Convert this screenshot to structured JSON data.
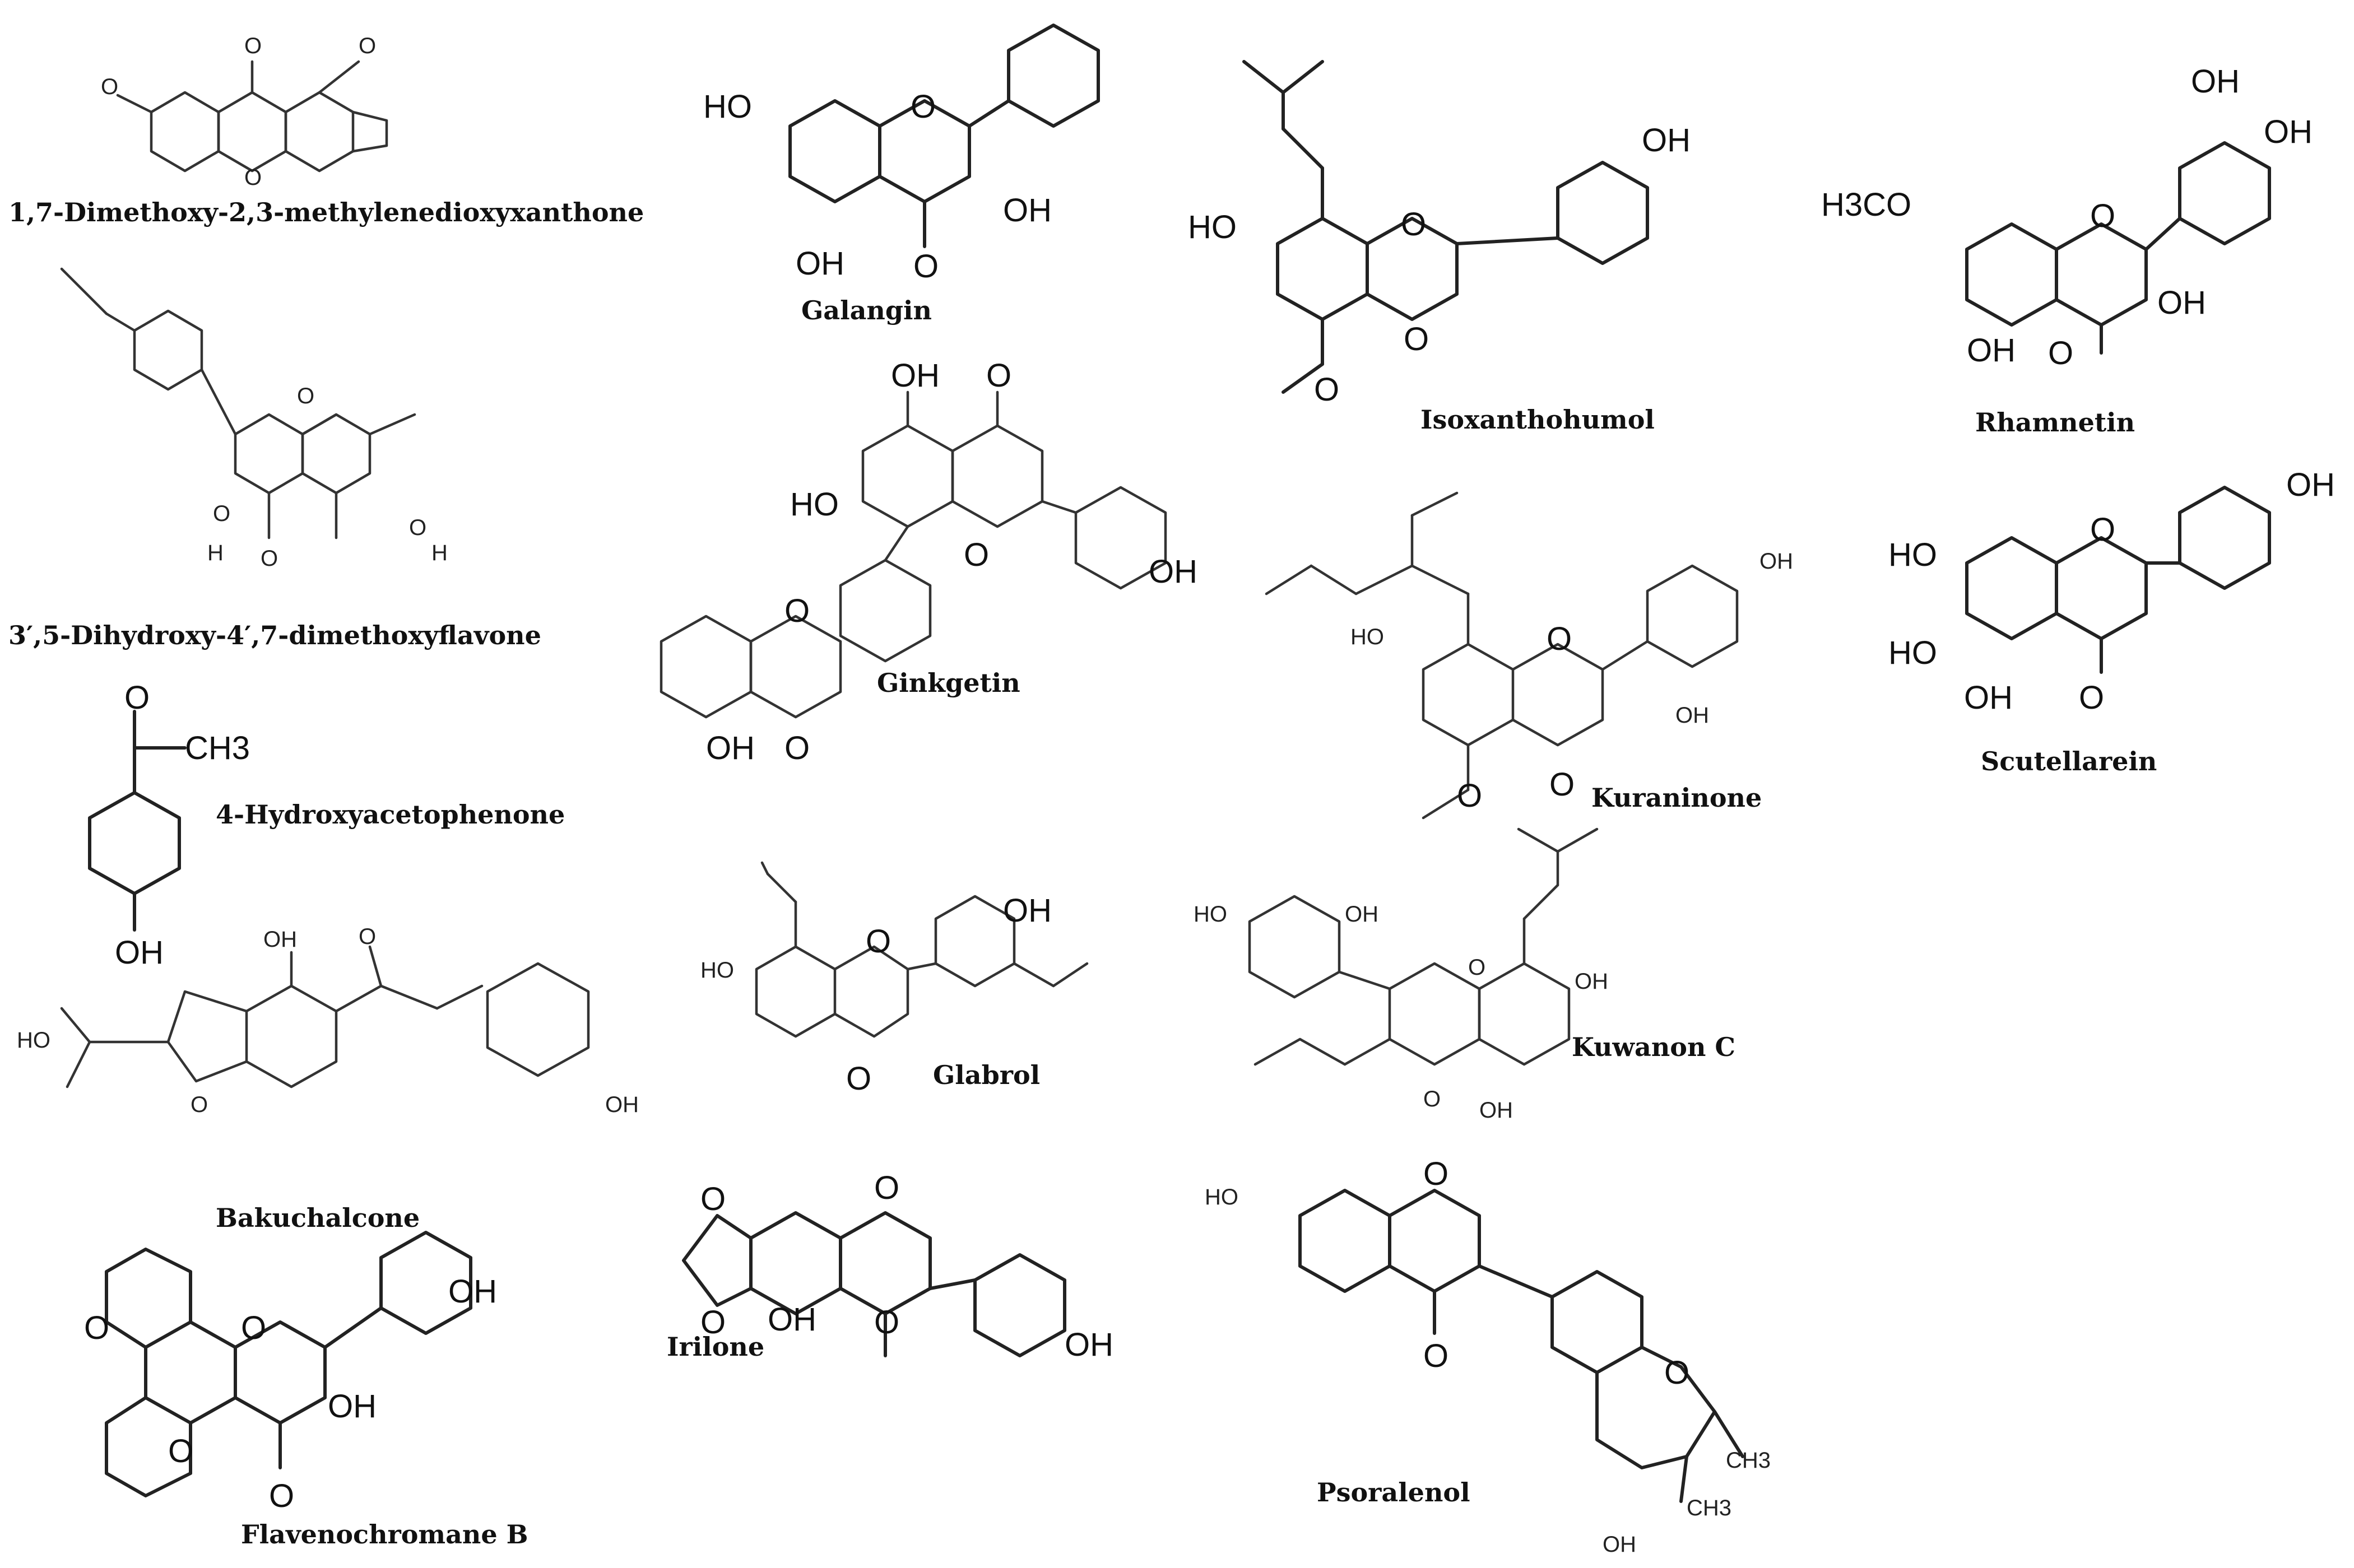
{
  "figure": {
    "compounds": [
      {
        "id": "dimethoxy_xanthone",
        "name": "1,7-Dimethoxy-2,3-methylenedioxyxanthone"
      },
      {
        "id": "dihydroxy_flavone",
        "name": "3′,5-Dihydroxy-4′,7-dimethoxyflavone"
      },
      {
        "id": "hydroxyacetophenone",
        "name": "4-Hydroxyacetophenone"
      },
      {
        "id": "bakuchalcone",
        "name": "Bakuchalcone"
      },
      {
        "id": "flavenochromane",
        "name": "Flavenochromane B"
      },
      {
        "id": "galangin",
        "name": "Galangin"
      },
      {
        "id": "ginkgetin",
        "name": "Ginkgetin"
      },
      {
        "id": "glabrol",
        "name": "Glabrol"
      },
      {
        "id": "irilone",
        "name": "Irilone"
      },
      {
        "id": "isoxanthohumol",
        "name": "Isoxanthohumol"
      },
      {
        "id": "kuraninone",
        "name": "Kuraninone"
      },
      {
        "id": "kuwanon",
        "name": "Kuwanon C"
      },
      {
        "id": "psoralenol",
        "name": "Psoralenol"
      },
      {
        "id": "rhamnetin",
        "name": "Rhamnetin"
      },
      {
        "id": "scutellarein",
        "name": "Scutellarein"
      }
    ],
    "atom_labels": {
      "o": "O",
      "oh": "OH",
      "ho": "HO",
      "h": "H",
      "ch3": "CH3",
      "h3co": "H3CO"
    }
  }
}
